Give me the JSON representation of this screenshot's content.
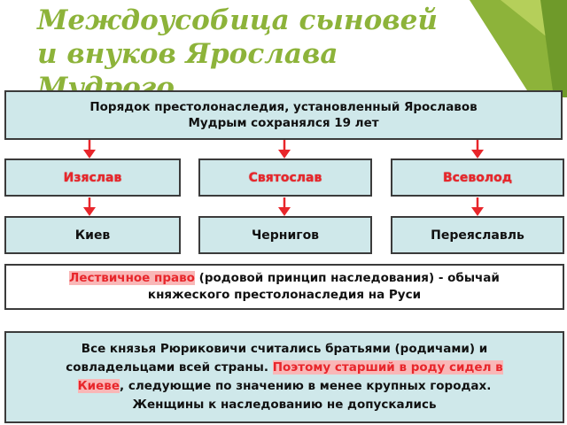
{
  "title": {
    "line1": "Междоусобица сыновей",
    "line2": "и внуков Ярослава",
    "line3": "Мудрого"
  },
  "top_box": {
    "line1": "Порядок престолонаследия, установленный Ярославов",
    "line2": "Мудрым сохранялся 19 лет"
  },
  "sons": [
    {
      "name": "Изяслав",
      "city": "Киев"
    },
    {
      "name": "Святослав",
      "city": "Чернигов"
    },
    {
      "name": "Всеволод",
      "city": "Переяславль"
    }
  ],
  "ladder_box": {
    "term": "Лествичное право",
    "line1_rest": " (родовой принцип наследования)  - обычай",
    "line2": "княжеского престолонаследия на Руси"
  },
  "bottom_box": {
    "line1": "Все князья Рюриковичи считались братьями (родичами) и",
    "line2_start": "совладельцами всей страны. ",
    "line2_hl": "Поэтому старший в роду сидел в",
    "line3_hl": "Киеве",
    "line3_rest": ", следующие по значению в менее крупных городах.",
    "line4": "Женщины к наследованию не допускались"
  },
  "colors": {
    "title": "#8db33a",
    "box_fill": "#cfe8ea",
    "accent_red": "#e8262b",
    "highlight": "#f9b7b7",
    "green_shape": "#8db33a"
  }
}
